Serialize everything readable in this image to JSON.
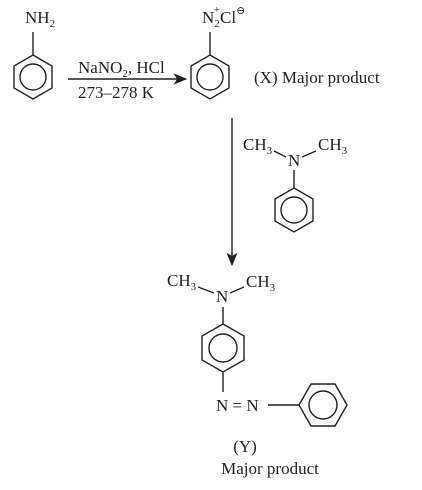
{
  "reactant": {
    "group": "NH",
    "group_subscript": "2"
  },
  "reagent": {
    "line1_a": "NaNO",
    "line1_sub": "2",
    "line1_b": ", HCl",
    "line2": "273–278 K"
  },
  "product_x": {
    "n": "N",
    "n_sub": "2",
    "n_sup": "+",
    "counter": "Cl",
    "counter_charge": "⊖",
    "label": "(X) Major product"
  },
  "coupling_reagent": {
    "methyl_left": "CH",
    "methyl_left_sub": "3",
    "n": "N",
    "methyl_right": "CH",
    "methyl_right_sub": "3"
  },
  "product_y": {
    "methyl_left": "CH",
    "methyl_left_sub": "3",
    "n": "N",
    "methyl_right": "CH",
    "methyl_right_sub": "3",
    "azo": "N = N",
    "label": "(Y)",
    "caption": "Major product"
  }
}
